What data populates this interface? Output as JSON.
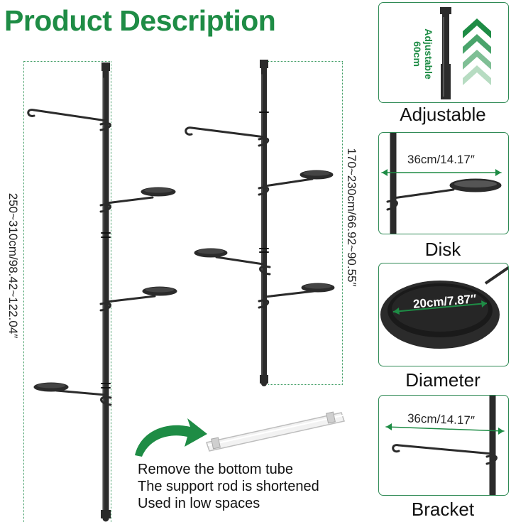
{
  "title": "Product Description",
  "left_stand": {
    "height_label": "250~310cm/98.42~122.04″"
  },
  "middle_stand": {
    "height_label": "170~230cm/66.92~90.55″"
  },
  "notes": [
    "Remove the bottom tube",
    "The support rod is shortened",
    "Used in low spaces"
  ],
  "panels": {
    "adjustable": {
      "caption": "Adjustable",
      "label": "Adjustable 60cm"
    },
    "disk": {
      "caption": "Disk",
      "measure": "36cm/14.17″"
    },
    "diameter": {
      "caption": "Diameter",
      "measure": "20cm/7.87″"
    },
    "bracket": {
      "caption": "Bracket",
      "measure": "36cm/14.17″"
    }
  },
  "colors": {
    "brand_green": "#1e8c45",
    "rod": "#2b2b2b"
  }
}
